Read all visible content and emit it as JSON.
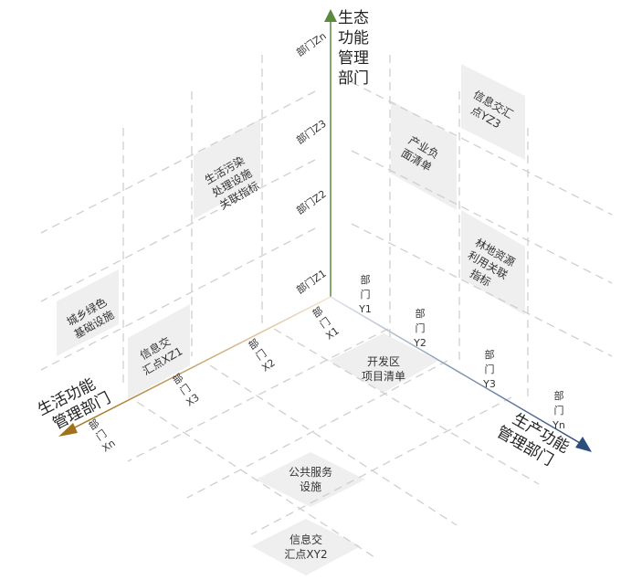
{
  "axes": {
    "z": {
      "label_lines": [
        "生态",
        "功能",
        "管理",
        "部门"
      ],
      "color": "#5b8a3c"
    },
    "x": {
      "label_lines": [
        "生活功能",
        "管理部门"
      ],
      "color": "#a0721c"
    },
    "y": {
      "label_lines": [
        "生产功能",
        "管理部门"
      ],
      "color": "#2d4d7c"
    }
  },
  "z_departments": [
    "部门Z1",
    "部门Z2",
    "部门Z3",
    "部门Zn"
  ],
  "x_departments": [
    [
      "部",
      "门",
      "X1"
    ],
    [
      "部",
      "门",
      "X2"
    ],
    [
      "部",
      "门",
      "X3"
    ],
    [
      "部",
      "门",
      "Xn"
    ]
  ],
  "y_departments": [
    [
      "部",
      "门",
      "Y1"
    ],
    [
      "部",
      "门",
      "Y2"
    ],
    [
      "部",
      "门",
      "Y3"
    ],
    [
      "部",
      "门",
      "Yn"
    ]
  ],
  "boxes": {
    "living_pollution": [
      "生活污染",
      "处理设施",
      "关联指标"
    ],
    "urban_green": [
      "城乡绿色",
      "基础设施"
    ],
    "info_xz1": [
      "信息交",
      "汇点XZ1"
    ],
    "industry_negative": [
      "产业负",
      "面清单"
    ],
    "info_yz3": [
      "信息交汇",
      "点YZ3"
    ],
    "forest_resource": [
      "林地资源",
      "利用关联",
      "指标"
    ],
    "dev_zone": [
      "开发区",
      "项目清单"
    ],
    "public_service": [
      "公共服务",
      "设施"
    ],
    "info_xy2": [
      "信息交",
      "汇点XY2"
    ]
  }
}
